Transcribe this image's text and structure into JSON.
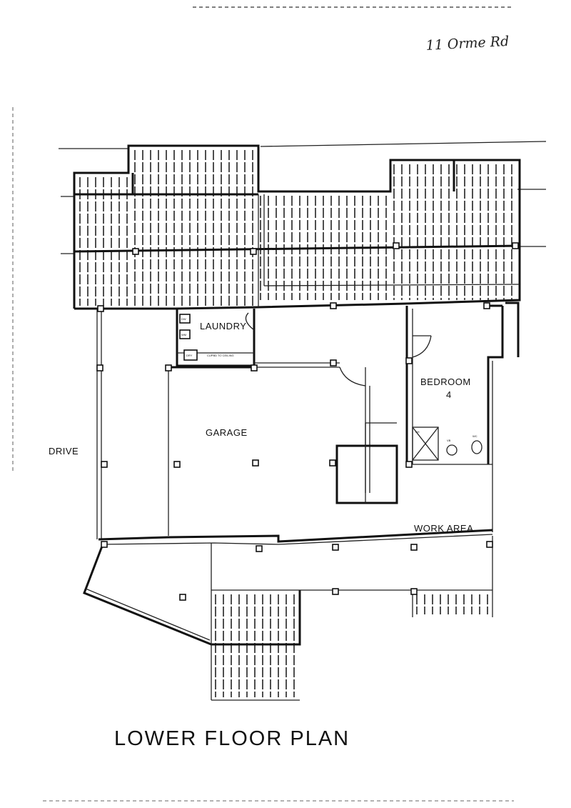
{
  "annotation": {
    "address": "11 Orme Rd"
  },
  "title": "LOWER FLOOR PLAN",
  "rooms": {
    "laundry": "LAUNDRY",
    "garage": "GARAGE",
    "bedroom": "BEDROOM",
    "bedroom_number": "4",
    "drive": "DRIVE",
    "work_area": "WORK AREA"
  },
  "fixtures": {
    "dw": "DW",
    "washer": "WM",
    "dryer": "DRY",
    "cupboard": "CUPBD TO CEILING",
    "shower": "SH",
    "basin": "VB",
    "wc": "WC"
  }
}
